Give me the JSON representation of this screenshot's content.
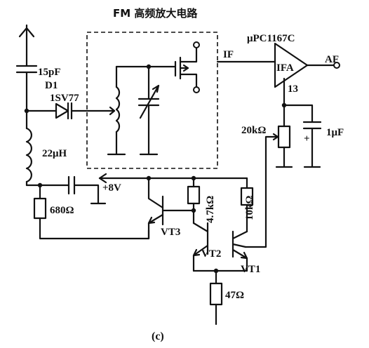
{
  "title": "FM 高频放大电路",
  "caption": "(c)",
  "labels": {
    "c1": "15pF",
    "d1_name": "D1",
    "d1_part": "1SV77",
    "l1": "22μH",
    "supply": "+8V",
    "r680": "680Ω",
    "r47k": "4.7kΩ",
    "r10k": "10kΩ",
    "r47": "47Ω",
    "r20k": "20kΩ",
    "c1u": "1μF",
    "plus": "+",
    "vt1": "VT1",
    "vt2": "VT2",
    "vt3": "VT3",
    "ic_part": "μPC1167C",
    "ic_name": "IFA",
    "ic_in": "IF",
    "ic_out": "AF",
    "ic_pin": "13"
  }
}
